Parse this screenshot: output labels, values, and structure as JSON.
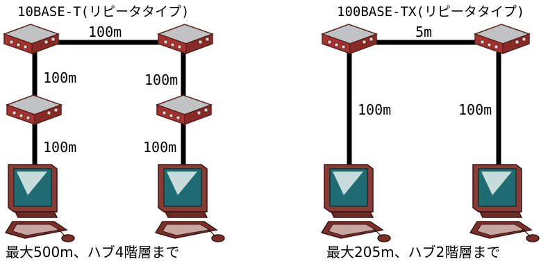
{
  "left": {
    "title": "10BASE-T(リピータタイプ)",
    "link_top": "100m",
    "link_left_1": "100m",
    "link_left_2": "100m",
    "link_right_1": "100m",
    "link_right_2": "100m",
    "caption": "最大500m、ハブ4階層まで"
  },
  "right": {
    "title": "100BASE-TX(リピータタイプ)",
    "link_top": "5m",
    "link_left": "100m",
    "link_right": "100m",
    "caption": "最大205m、ハブ2階層まで"
  },
  "colors": {
    "hub_top": "#bfc3c4",
    "hub_side": "#a8322f",
    "hub_front": "#6b1f1c",
    "monitor_frame": "#8b3b33",
    "screen": "#1f6d73",
    "keyboard": "#7a2f28",
    "cable": "#000000"
  }
}
